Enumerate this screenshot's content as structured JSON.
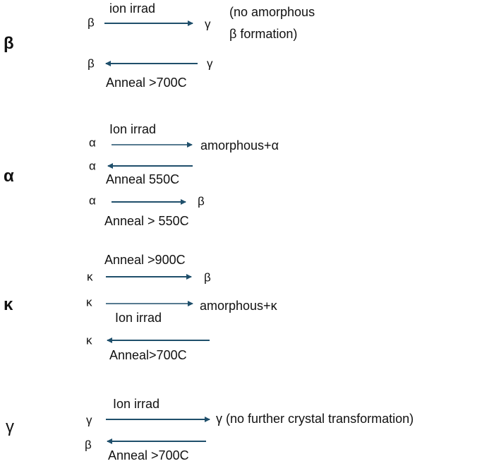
{
  "colors": {
    "arrow": "#1f4f6b",
    "text": "#111111"
  },
  "sections": {
    "beta": {
      "label": "β",
      "r1_from": "β",
      "r1_process": "ion irrad",
      "r1_to": "γ",
      "note_line1": "(no amorphous",
      "note_line2": "β formation)",
      "r2_to": "β",
      "r2_from": "γ",
      "r2_process": "Anneal >700C"
    },
    "alpha": {
      "label": "α",
      "r1_process": "Ion irrad",
      "r1_from": "α",
      "r1_to": "amorphous+α",
      "r2_to": "α",
      "r2_process": "Anneal 550C",
      "r3_from": "α",
      "r3_to": "β",
      "r3_process": "Anneal > 550C"
    },
    "kappa": {
      "label": "κ",
      "r1_process": "Anneal >900C",
      "r1_from": "κ",
      "r1_to": "β",
      "r2_from": "κ",
      "r2_to": "amorphous+κ",
      "r2_process": "Ion irrad",
      "r3_to": "κ",
      "r3_process": "Anneal>700C"
    },
    "gamma": {
      "label": "γ",
      "r1_process": "Ion irrad",
      "r1_from": "γ",
      "r1_to": "γ (no further crystal transformation)",
      "r2_to": "β",
      "r2_process": "Anneal >700C"
    }
  }
}
